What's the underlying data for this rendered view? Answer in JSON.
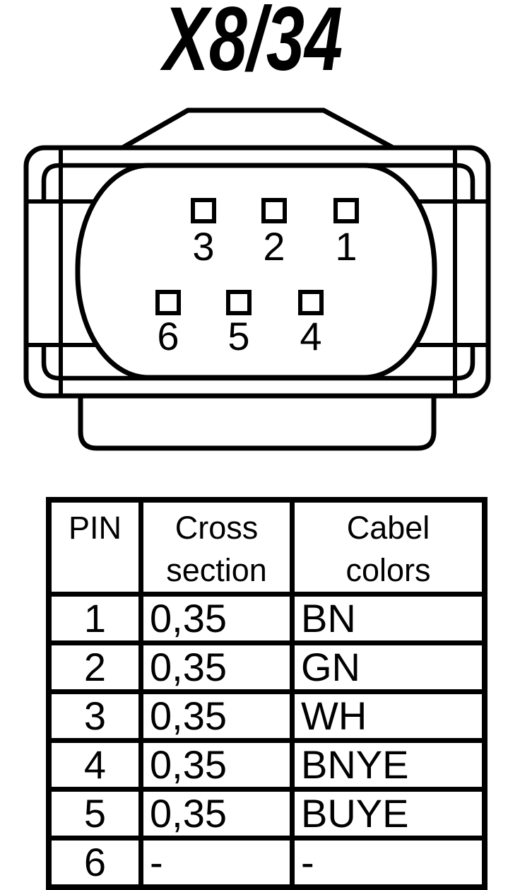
{
  "title": "X8/34",
  "connector": {
    "pins_top_row": [
      "3",
      "2",
      "1"
    ],
    "pins_bottom_row": [
      "6",
      "5",
      "4"
    ]
  },
  "table": {
    "headers": {
      "pin": "PIN",
      "cross_section": "Cross\nsection",
      "cable_colors": "Cabel\ncolors"
    },
    "rows": [
      {
        "pin": "1",
        "cross_section": "0,35",
        "color": "BN"
      },
      {
        "pin": "2",
        "cross_section": "0,35",
        "color": "GN"
      },
      {
        "pin": "3",
        "cross_section": "0,35",
        "color": "WH"
      },
      {
        "pin": "4",
        "cross_section": "0,35",
        "color": "BNYE"
      },
      {
        "pin": "5",
        "cross_section": "0,35",
        "color": "BUYE"
      },
      {
        "pin": "6",
        "cross_section": "-",
        "color": "-"
      }
    ]
  },
  "colors": {
    "line": "#000000",
    "background": "#ffffff"
  }
}
